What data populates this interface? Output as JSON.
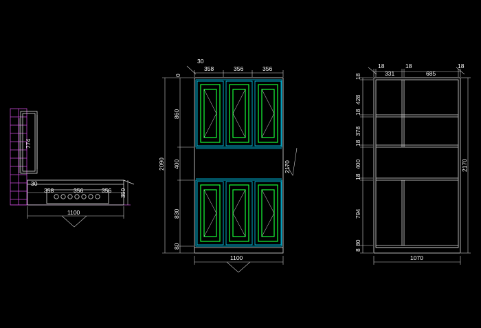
{
  "colors": {
    "background": "#000000",
    "lines": "#e0e0e0",
    "dim": "#cfcfcf",
    "cyan": "#00d7ff",
    "green": "#17ff38",
    "magenta": "#c84ad8"
  },
  "plan_view": {
    "dims": {
      "left": "30",
      "d358": "358",
      "d356": "356",
      "d356b": "356",
      "height": "774",
      "width": "1100",
      "depth": "350"
    }
  },
  "front_view": {
    "top_dims": {
      "t30": "30",
      "t0": "0",
      "t358": "358",
      "t356a": "356",
      "t356b": "356"
    },
    "left_dims": {
      "h2090": "2090",
      "h860": "860",
      "h400": "400",
      "h830": "830",
      "h80": "80"
    },
    "right_dim": "2170",
    "bottom_dim": "1100"
  },
  "section_view": {
    "top_dims": {
      "a18": "18",
      "b331": "331",
      "c18": "18",
      "d685": "685",
      "e18": "18"
    },
    "left_dims": {
      "s18a": "18",
      "s428": "428",
      "s18b": "18",
      "s378": "378",
      "s18c": "18",
      "s400": "400",
      "s18d": "18",
      "s794": "794",
      "s80": "80",
      "s8": "8"
    },
    "right_dim": "2170",
    "bottom_dim": "1070"
  }
}
